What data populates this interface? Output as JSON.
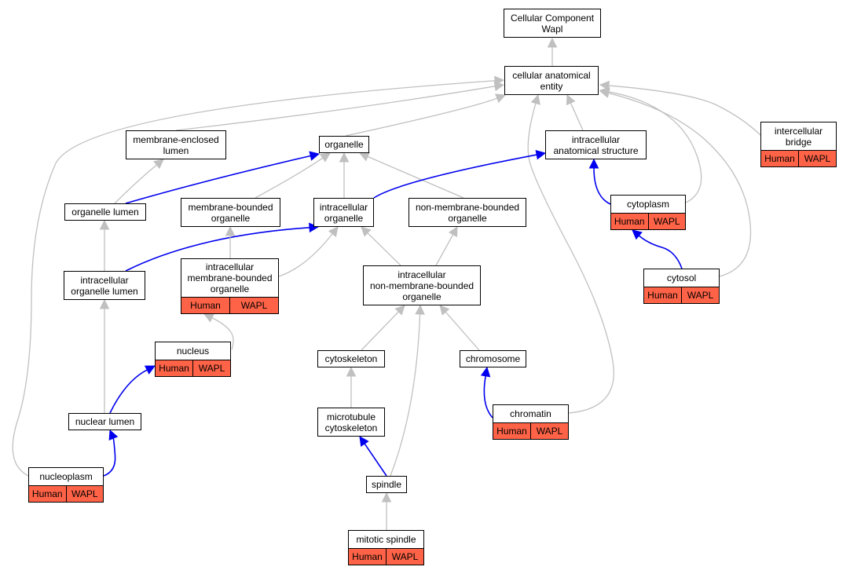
{
  "colors": {
    "annotation_fill": "#ff6347",
    "is_a_edge": "#c0c0c0",
    "part_of_edge": "#0000ee"
  },
  "nodes": {
    "root": {
      "label": "Cellular Component\nWapl"
    },
    "cae": {
      "label": "cellular anatomical\nentity"
    },
    "mel": {
      "label": "membrane-enclosed\nlumen"
    },
    "org": {
      "label": "organelle"
    },
    "ias": {
      "label": "intracellular\nanatomical structure"
    },
    "ib": {
      "label": "intercellular\nbridge",
      "tags": [
        "Human",
        "WAPL"
      ]
    },
    "orgl": {
      "label": "organelle lumen"
    },
    "mbo": {
      "label": "membrane-bounded\norganelle"
    },
    "io": {
      "label": "intracellular\norganelle"
    },
    "nmbo": {
      "label": "non-membrane-bounded\norganelle"
    },
    "cyto": {
      "label": "cytoplasm",
      "tags": [
        "Human",
        "WAPL"
      ]
    },
    "iol": {
      "label": "intracellular\norganelle lumen"
    },
    "imbo": {
      "label": "intracellular\nmembrane-bounded\norganelle",
      "tags": [
        "Human",
        "WAPL"
      ]
    },
    "inmbo": {
      "label": "intracellular\nnon-membrane-bounded\norganelle"
    },
    "cytosol": {
      "label": "cytosol",
      "tags": [
        "Human",
        "WAPL"
      ]
    },
    "nuc": {
      "label": "nucleus",
      "tags": [
        "Human",
        "WAPL"
      ]
    },
    "cysk": {
      "label": "cytoskeleton"
    },
    "chrm": {
      "label": "chromosome"
    },
    "nl": {
      "label": "nuclear lumen"
    },
    "mtc": {
      "label": "microtubule\ncytoskeleton"
    },
    "chrt": {
      "label": "chromatin",
      "tags": [
        "Human",
        "WAPL"
      ]
    },
    "np": {
      "label": "nucleoplasm",
      "tags": [
        "Human",
        "WAPL"
      ]
    },
    "sp": {
      "label": "spindle"
    },
    "msp": {
      "label": "mitotic spindle",
      "tags": [
        "Human",
        "WAPL"
      ]
    }
  },
  "edges": [
    {
      "from": "cae",
      "to": "root",
      "type": "is_a"
    },
    {
      "from": "mel",
      "to": "cae",
      "type": "is_a"
    },
    {
      "from": "org",
      "to": "cae",
      "type": "is_a"
    },
    {
      "from": "ias",
      "to": "cae",
      "type": "is_a"
    },
    {
      "from": "ib",
      "to": "cae",
      "type": "is_a"
    },
    {
      "from": "cyto",
      "to": "cae",
      "type": "is_a"
    },
    {
      "from": "cytosol",
      "to": "cae",
      "type": "is_a"
    },
    {
      "from": "chrt",
      "to": "cae",
      "type": "is_a"
    },
    {
      "from": "np",
      "to": "cae",
      "type": "is_a"
    },
    {
      "from": "orgl",
      "to": "mel",
      "type": "is_a"
    },
    {
      "from": "orgl",
      "to": "org",
      "type": "part_of"
    },
    {
      "from": "mbo",
      "to": "org",
      "type": "is_a"
    },
    {
      "from": "io",
      "to": "org",
      "type": "is_a"
    },
    {
      "from": "nmbo",
      "to": "org",
      "type": "is_a"
    },
    {
      "from": "io",
      "to": "ias",
      "type": "part_of"
    },
    {
      "from": "cyto",
      "to": "ias",
      "type": "part_of"
    },
    {
      "from": "iol",
      "to": "orgl",
      "type": "is_a"
    },
    {
      "from": "iol",
      "to": "io",
      "type": "part_of"
    },
    {
      "from": "imbo",
      "to": "mbo",
      "type": "is_a"
    },
    {
      "from": "imbo",
      "to": "io",
      "type": "is_a"
    },
    {
      "from": "inmbo",
      "to": "io",
      "type": "is_a"
    },
    {
      "from": "inmbo",
      "to": "nmbo",
      "type": "is_a"
    },
    {
      "from": "cytosol",
      "to": "cyto",
      "type": "part_of"
    },
    {
      "from": "nuc",
      "to": "imbo",
      "type": "is_a"
    },
    {
      "from": "nl",
      "to": "iol",
      "type": "is_a"
    },
    {
      "from": "nl",
      "to": "nuc",
      "type": "part_of"
    },
    {
      "from": "np",
      "to": "nl",
      "type": "part_of"
    },
    {
      "from": "cysk",
      "to": "inmbo",
      "type": "is_a"
    },
    {
      "from": "chrm",
      "to": "inmbo",
      "type": "is_a"
    },
    {
      "from": "sp",
      "to": "inmbo",
      "type": "is_a"
    },
    {
      "from": "mtc",
      "to": "cysk",
      "type": "is_a"
    },
    {
      "from": "sp",
      "to": "mtc",
      "type": "part_of"
    },
    {
      "from": "chrt",
      "to": "chrm",
      "type": "part_of"
    },
    {
      "from": "msp",
      "to": "sp",
      "type": "is_a"
    }
  ]
}
